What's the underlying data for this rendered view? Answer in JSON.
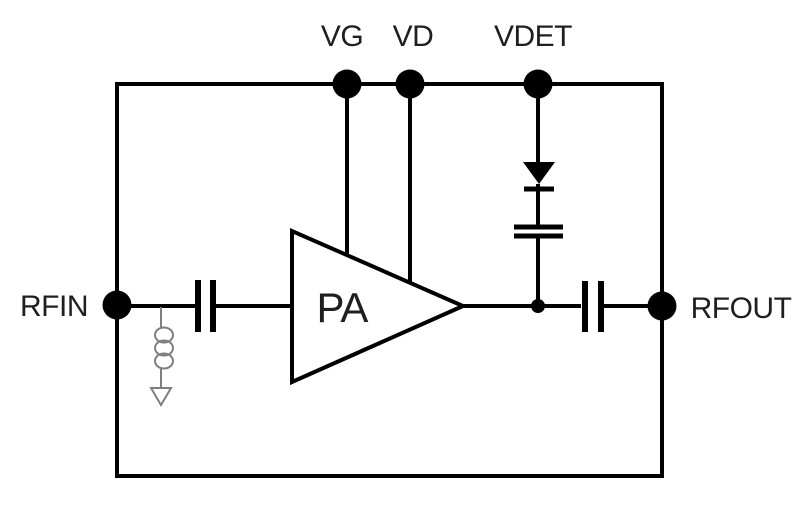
{
  "colors": {
    "line": "#000000",
    "inductor": "#7f7f7f",
    "text": "#1f1f1f",
    "background": "#ffffff"
  },
  "labels": {
    "vg": "VG",
    "vd": "VD",
    "vdet": "VDET",
    "rfin": "RFIN",
    "rfout": "RFOUT",
    "amplifier": "PA"
  },
  "components": [
    "chip-boundary-box",
    "vg-pin",
    "vd-pin",
    "vdet-pin",
    "rfin-pin",
    "rfout-pin",
    "pa-amplifier-triangle",
    "input-dc-block-capacitor",
    "output-dc-block-capacitor",
    "shunt-inductor-to-ground",
    "detector-diode",
    "detector-capacitor",
    "output-junction-node"
  ]
}
